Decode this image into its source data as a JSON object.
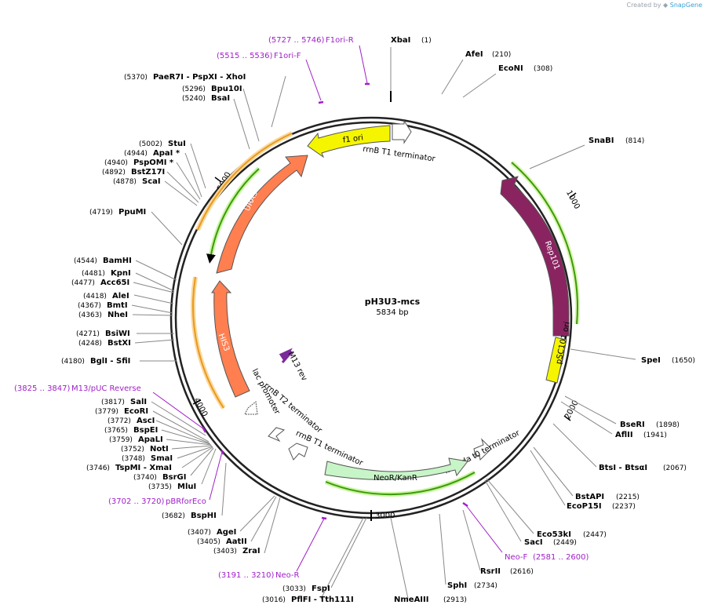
{
  "app": {
    "credit_prefix": "Created by",
    "credit_brand": "SnapGene"
  },
  "plasmid": {
    "name": "pH3U3-mcs",
    "size_label": "5834 bp",
    "length": 5834
  },
  "ticks": [
    "1000",
    "2000",
    "3000",
    "4000",
    "5000"
  ],
  "features": {
    "f1ori": "f1 ori",
    "rrnB_t1_top": "rrnB T1 terminator",
    "rep101": "Rep101",
    "psc101": "pSC101 ori",
    "ura3": "URA3",
    "his3": "HIS3",
    "m13rev": "M13 rev",
    "lac": "lac promoter",
    "rrnB_t2": "rrnB T2 terminator",
    "rrnB_t1_low": "rrnB T1 terminator",
    "lambda": "lambda t0 terminator",
    "neokan": "NeoR/KanR"
  },
  "colors": {
    "f1ori": "#f5f500",
    "rep101": "#8a2461",
    "psc101": "#f5f500",
    "ura3": "#ff7f50",
    "his3": "#ff7f50",
    "neokan": "#c8f5c8",
    "primer": "#a020c8",
    "orf_orange": "#e89a1e",
    "orf_green": "#3c9a0a"
  },
  "enzymes": [
    {
      "name": "XbaI",
      "pos": "(1)"
    },
    {
      "name": "AfeI",
      "pos": "(210)"
    },
    {
      "name": "EcoNI",
      "pos": "(308)"
    },
    {
      "name": "SnaBI",
      "pos": "(814)"
    },
    {
      "name": "SpeI",
      "pos": "(1650)"
    },
    {
      "name": "BseRI",
      "pos": "(1898)"
    },
    {
      "name": "AflII",
      "pos": "(1941)"
    },
    {
      "name": "BtsI - BtsαI",
      "pos": "(2067)"
    },
    {
      "name": "BstAPI",
      "pos": "(2215)"
    },
    {
      "name": "EcoP15I",
      "pos": "(2237)"
    },
    {
      "name": "Eco53kI",
      "pos": "(2447)"
    },
    {
      "name": "SacI",
      "pos": "(2449)"
    },
    {
      "name": "RsrII",
      "pos": "(2616)"
    },
    {
      "name": "SphI",
      "pos": "(2734)"
    },
    {
      "name": "NmeAIII",
      "pos": "(2913)"
    },
    {
      "name": "FspI",
      "pos": "(3033)"
    },
    {
      "name": "PflFI - Tth111I",
      "pos": "(3016)"
    },
    {
      "name": "ZraI",
      "pos": "(3403)"
    },
    {
      "name": "AatII",
      "pos": "(3405)"
    },
    {
      "name": "AgeI",
      "pos": "(3407)"
    },
    {
      "name": "BspHI",
      "pos": "(3682)"
    },
    {
      "name": "MluI",
      "pos": "(3735)"
    },
    {
      "name": "BsrGI",
      "pos": "(3740)"
    },
    {
      "name": "TspMI - XmaI",
      "pos": "(3746)"
    },
    {
      "name": "SmaI",
      "pos": "(3748)"
    },
    {
      "name": "NotI",
      "pos": "(3752)"
    },
    {
      "name": "ApaLI",
      "pos": "(3759)"
    },
    {
      "name": "BspEI",
      "pos": "(3765)"
    },
    {
      "name": "AscI",
      "pos": "(3772)"
    },
    {
      "name": "EcoRI",
      "pos": "(3779)"
    },
    {
      "name": "SalI",
      "pos": "(3817)"
    },
    {
      "name": "BglI - SfiI",
      "pos": "(4180)"
    },
    {
      "name": "BstXI",
      "pos": "(4248)"
    },
    {
      "name": "BsiWI",
      "pos": "(4271)"
    },
    {
      "name": "NheI",
      "pos": "(4363)"
    },
    {
      "name": "BmtI",
      "pos": "(4367)"
    },
    {
      "name": "AleI",
      "pos": "(4418)"
    },
    {
      "name": "Acc65I",
      "pos": "(4477)"
    },
    {
      "name": "KpnI",
      "pos": "(4481)"
    },
    {
      "name": "BamHI",
      "pos": "(4544)"
    },
    {
      "name": "PpuMI",
      "pos": "(4719)"
    },
    {
      "name": "ScaI",
      "pos": "(4878)"
    },
    {
      "name": "BstZ17I",
      "pos": "(4892)"
    },
    {
      "name": "PspOMI *",
      "pos": "(4940)"
    },
    {
      "name": "ApaI *",
      "pos": "(4944)"
    },
    {
      "name": "StuI",
      "pos": "(5002)"
    },
    {
      "name": "BsaI",
      "pos": "(5240)"
    },
    {
      "name": "Bpu10I",
      "pos": "(5296)"
    },
    {
      "name": "PaeR7I - PspXI - XhoI",
      "pos": "(5370)"
    }
  ],
  "primers": [
    {
      "name": "F1ori-R",
      "range": "(5727 .. 5746)"
    },
    {
      "name": "F1ori-F",
      "range": "(5515 .. 5536)"
    },
    {
      "name": "M13/pUC Reverse",
      "range": "(3825 .. 3847)"
    },
    {
      "name": "pBRforEco",
      "range": "(3702 .. 3720)"
    },
    {
      "name": "Neo-R",
      "range": "(3191 .. 3210)"
    },
    {
      "name": "Neo-F",
      "range": "(2581 .. 2600)"
    }
  ]
}
